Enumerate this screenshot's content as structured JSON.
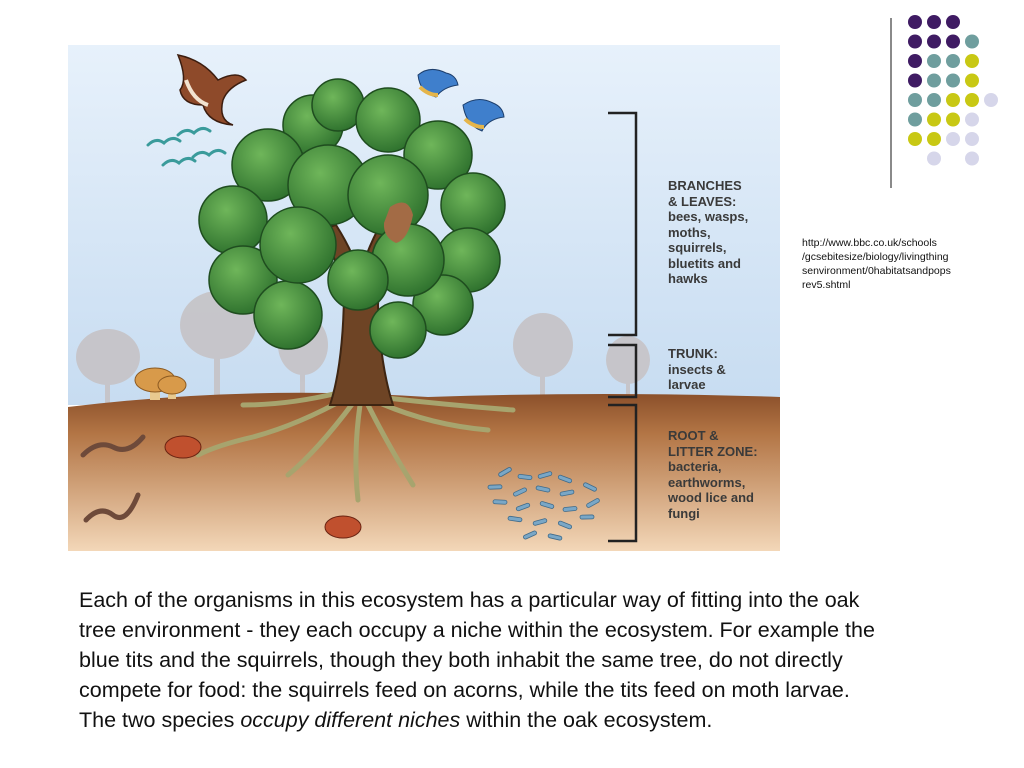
{
  "colors": {
    "purple": "#3f1b63",
    "teal": "#6f9e9e",
    "olive": "#c8c814",
    "lavender": "#d6d6ea",
    "sky": "#d6e8f7",
    "soil": "#a86a3c",
    "foliage": "#3e8a3a"
  },
  "illustration": {
    "labels": {
      "branches": "BRANCHES\n& LEAVES:\nbees, wasps,\nmoths,\nsquirrels,\nbluetits and\nhawks",
      "trunk": "TRUNK:\ninsects &\nlarvae",
      "root": "ROOT &\nLITTER ZONE:\nbacteria,\nearthworms,\nwood lice and\nfungi"
    },
    "icons": [
      "hawk-icon",
      "bluetit-icon",
      "flying-birds-icon",
      "mushroom-icon",
      "earthworm-icon",
      "woodlouse-icon",
      "bacteria-icon",
      "oak-tree-icon"
    ]
  },
  "source": {
    "url": "http://www.bbc.co.uk/schools\n/gcsebitesize/biology/livingthing\nsenvironment/0habitatsandpops\nrev5.shtml"
  },
  "caption": {
    "part1": "Each of the organisms in this ecosystem has a particular way of fitting into the oak tree environment - they each occupy a niche within the ecosystem. For example the blue tits and the squirrels, though they both inhabit the same tree, do not directly compete for food: the squirrels feed on acorns, while the tits feed on moth larvae. The two species ",
    "emphasis": "occupy different niches",
    "part2": " within the oak ecosystem."
  }
}
